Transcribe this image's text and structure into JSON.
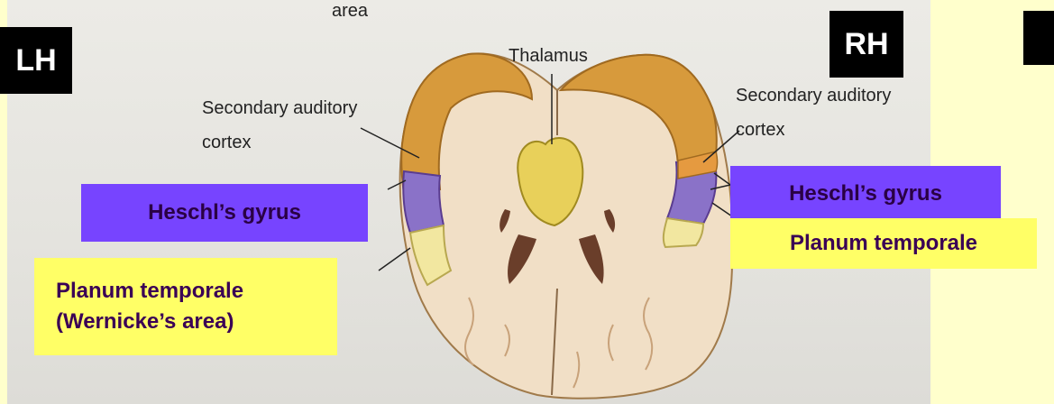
{
  "badges": {
    "left": "LH",
    "right": "RH"
  },
  "labels": {
    "top_partial": "area",
    "thalamus": "Thalamus",
    "secondary_left_line1": "Secondary auditory",
    "secondary_left_line2": "cortex",
    "secondary_right_line1": "Secondary auditory",
    "secondary_right_line2": "cortex"
  },
  "callouts": {
    "heschl_left": "Heschl’s gyrus",
    "heschl_right": "Heschl’s gyrus",
    "planum_left_line1": "Planum temporale",
    "planum_left_line2": "(Wernicke’s area)",
    "planum_right": "Planum temporale"
  },
  "colors": {
    "background": "#ffffcc",
    "callout_purple": "#7744ff",
    "callout_yellow": "#ffff66",
    "cortex_orange": "#d79a3c",
    "heschl_purple": "#8a72c8",
    "planum_yellow": "#f2e7a0",
    "thalamus_yellow": "#e8d05a"
  }
}
